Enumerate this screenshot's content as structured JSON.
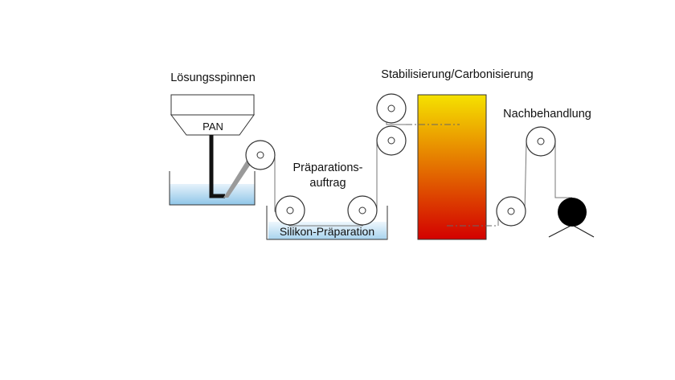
{
  "labels": {
    "solution_spinning": "Lösungsspinnen",
    "pan": "PAN",
    "preparation_line1": "Präparations-",
    "preparation_line2": "auftrag",
    "silicone_preparation": "Silikon-Präparation",
    "stabilization_carbonization": "Stabilisierung/Carbonisierung",
    "post_treatment": "Nachbehandlung"
  },
  "colors": {
    "bath_top": "#e6f2fb",
    "bath_bottom": "#8fc6e8",
    "oven_top": "#f5e200",
    "oven_bottom": "#d30000",
    "winder": "#000000",
    "line": "#555555"
  }
}
